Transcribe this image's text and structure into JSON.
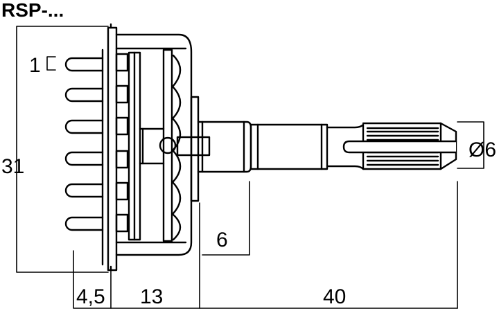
{
  "title": "RSP-...",
  "labels": {
    "pin_one": "1",
    "height": "31",
    "shaft_diameter": "Ø6",
    "bushing_length": "6",
    "pin_length": "4,5",
    "body_depth": "13",
    "shaft_length": "40"
  },
  "colors": {
    "ink": "#000000",
    "paper": "#ffffff"
  }
}
